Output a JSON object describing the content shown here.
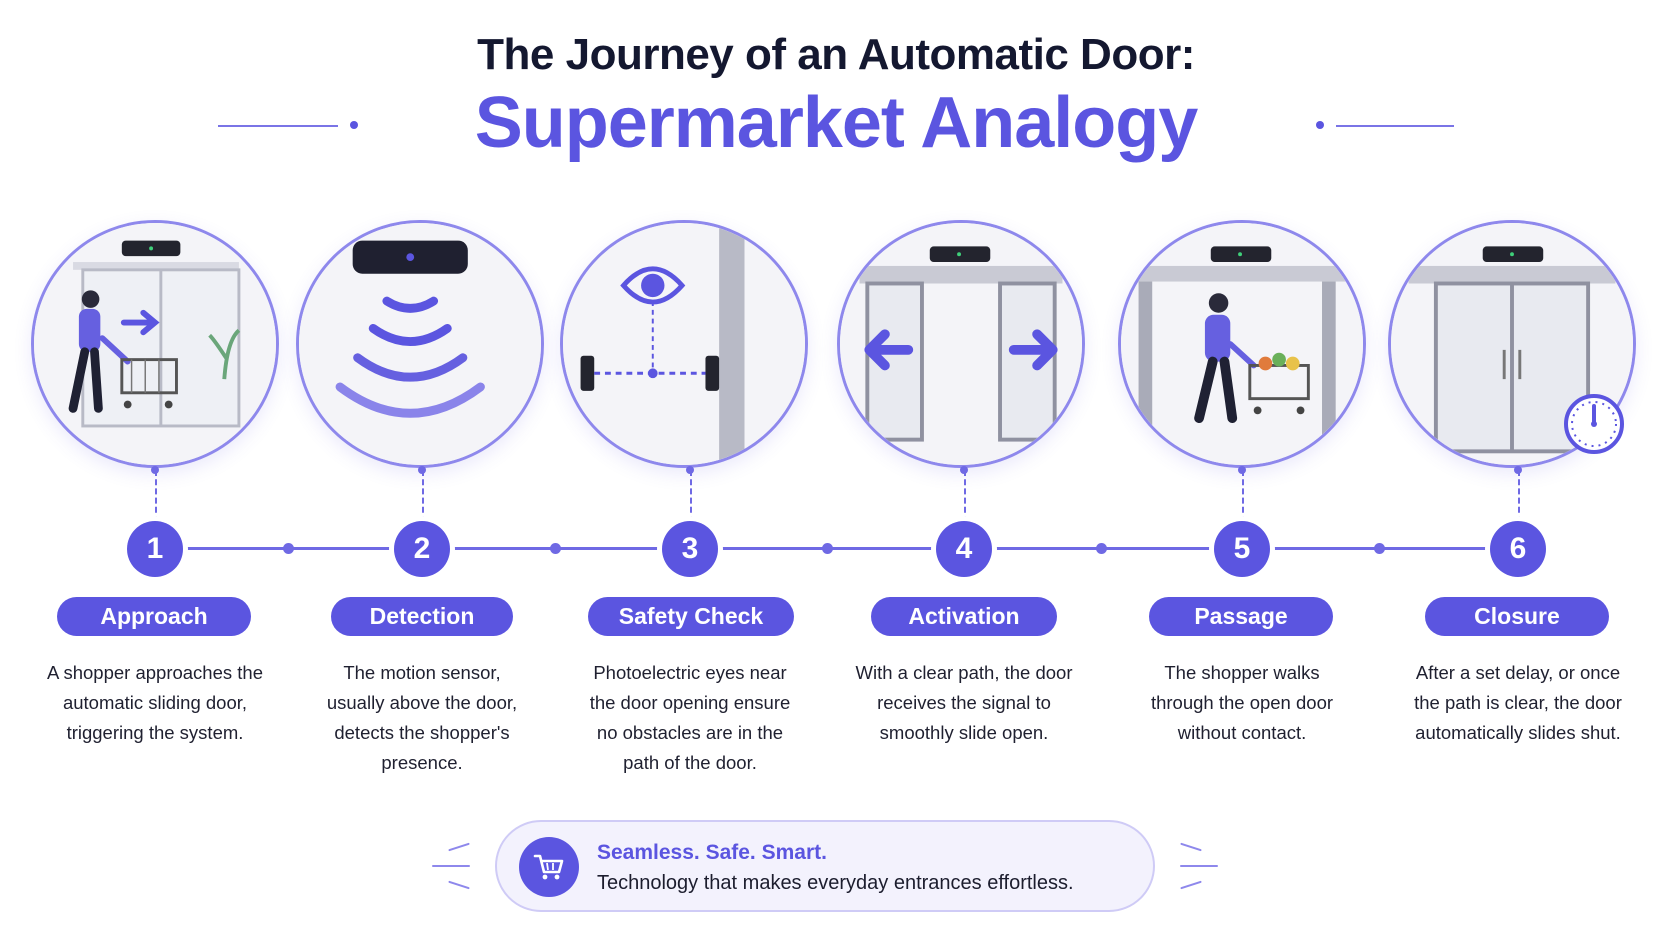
{
  "title": {
    "line1": "The Journey of an Automatic Door:",
    "line2": "Supermarket Analogy"
  },
  "steps": [
    {
      "number": "1",
      "label": "Approach",
      "text": "A shopper approaches the automatic sliding door, triggering the system."
    },
    {
      "number": "2",
      "label": "Detection",
      "text": "The motion sensor, usually above the door, detects the shopper's presence."
    },
    {
      "number": "3",
      "label": "Safety Check",
      "text": "Photoelectric eyes near the door opening ensure no obstacles are in the path of the door."
    },
    {
      "number": "4",
      "label": "Activation",
      "text": "With a clear path, the door receives the signal to smoothly slide open."
    },
    {
      "number": "5",
      "label": "Passage",
      "text": "The shopper walks through the open door without contact."
    },
    {
      "number": "6",
      "label": "Closure",
      "text": "After a set delay, or once the path is clear, the door automatically slides shut."
    }
  ],
  "banner": {
    "headline": "Seamless. Safe. Smart.",
    "subtext": "Technology that makes everyday entrances effortless.",
    "icon": "shopping-cart-icon"
  },
  "colors": {
    "accent": "#5b55e0",
    "title": "#141830"
  }
}
